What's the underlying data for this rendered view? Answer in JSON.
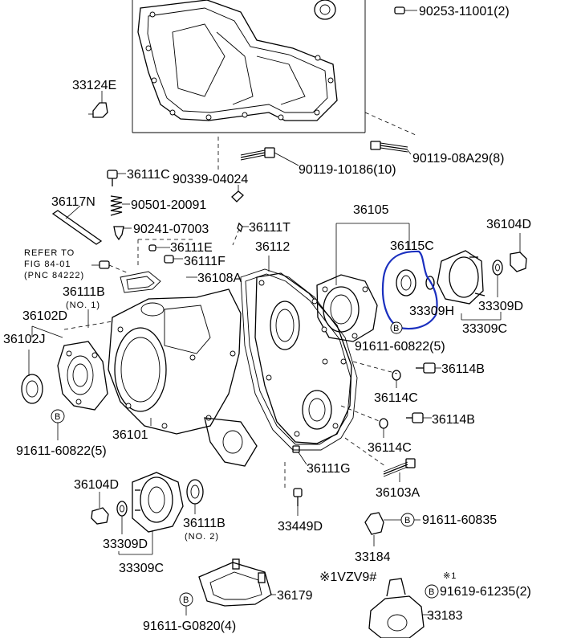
{
  "labels": {
    "p90253": "90253-11001(2)",
    "p33124E": "33124E",
    "p90119_08A29": "90119-08A29(8)",
    "p90119_10186": "90119-10186(10)",
    "p36111C": "36111C",
    "p90339": "90339-04024",
    "p36117N": "36117N",
    "p90501": "90501-20091",
    "p90241": "90241-07003",
    "p36111T": "36111T",
    "p36105": "36105",
    "p36104D_r": "36104D",
    "p36111E": "36111E",
    "p36112": "36112",
    "p36115C": "36115C",
    "refer1": "REFER TO",
    "refer2": "FIG 84-01",
    "refer3": "(PNC 84222)",
    "p36111F": "36111F",
    "p36108A": "36108A",
    "p33309H": "33309H",
    "p33309D_r": "33309D",
    "p36111B_1": "36111B",
    "no1": "(NO. 1)",
    "p33309C_r": "33309C",
    "p36102D": "36102D",
    "p91611_60822_r": "91611-60822(5)",
    "p36102J": "36102J",
    "p36114B_1": "36114B",
    "p36114C_1": "36114C",
    "p36101": "36101",
    "p36114B_2": "36114B",
    "p91611_60822_l": "91611-60822(5)",
    "p36114C_2": "36114C",
    "p36111G": "36111G",
    "p36104D_l": "36104D",
    "p36103A": "36103A",
    "p36111B_2": "36111B",
    "no2": "(NO. 2)",
    "p91611_60835": "91611-60835",
    "p33449D": "33449D",
    "p33309D_l": "33309D",
    "p33184": "33184",
    "p33309C_l": "33309C",
    "note1": "※1",
    "note1vzv9": "※1VZV9#",
    "p36179": "36179",
    "p91619": "91619-61235(2)",
    "p91611_G0820": "91611-G0820(4)",
    "p33183": "33183",
    "b": "B"
  },
  "colors": {
    "line": "#000000",
    "highlight": "#1a2fbf",
    "background": "#ffffff"
  }
}
